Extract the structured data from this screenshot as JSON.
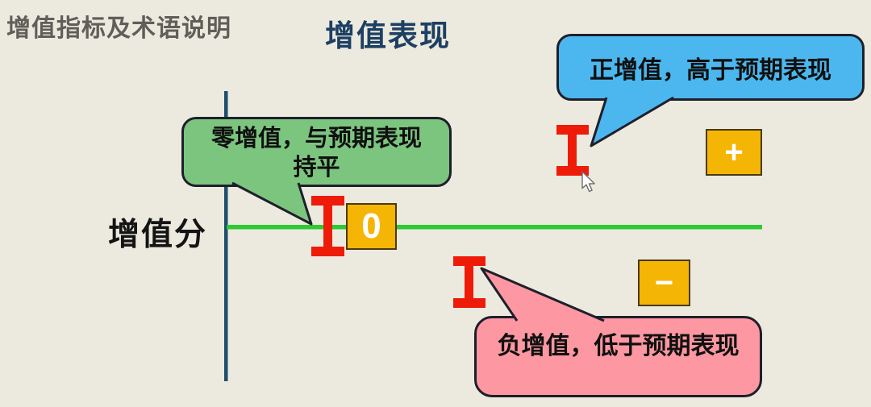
{
  "header": {
    "title_left": "增值指标及术语说明",
    "title_center": "增值表现"
  },
  "axis": {
    "label": "增值分",
    "zero_marker": "0",
    "plus_marker": "+",
    "minus_marker": "−"
  },
  "bubbles": {
    "zero": {
      "line1": "零增值，与预期表现",
      "line2": "持平"
    },
    "positive": {
      "text": "正增值，高于预期表现"
    },
    "negative": {
      "text": "负增值，低于预期表现"
    }
  },
  "colors": {
    "background": "#ECEADE",
    "positive_bubble_blue": "#4BB7EE",
    "zero_bubble_green": "#7CC57F",
    "negative_bubble_pink": "#FD97A1",
    "marker_box_orange": "#F5B505",
    "ibeam_red": "#EE1B09",
    "axis_line_green": "#2FC934",
    "axis_line_vertical_navy": "#1D4E6E",
    "title_center_navy": "#1D3F63",
    "title_left_gray": "#5F5E58"
  }
}
